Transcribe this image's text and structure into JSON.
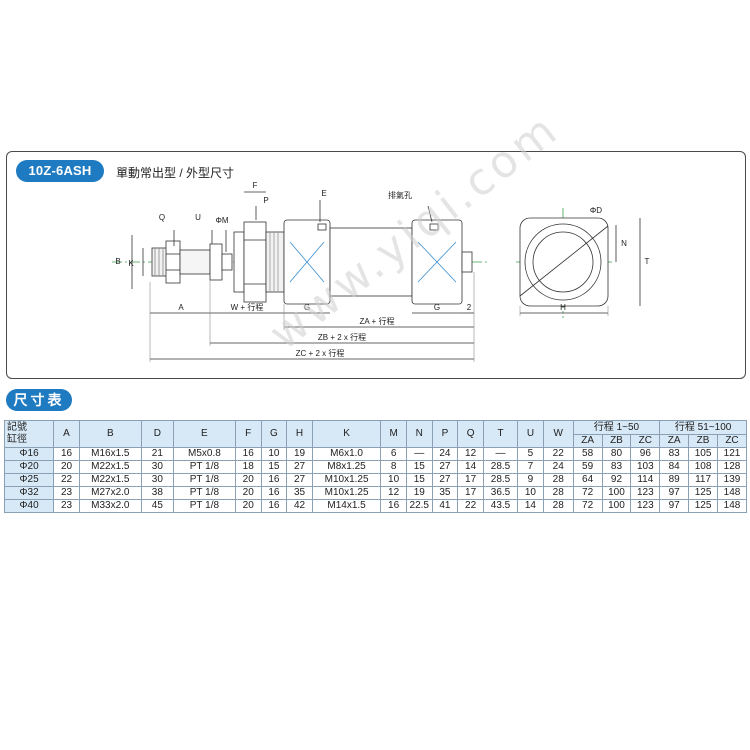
{
  "header": {
    "model": "10Z-6ASH",
    "subtitle": "單動常出型 / 外型尺寸",
    "section": "尺寸表"
  },
  "drawing": {
    "labels": {
      "F": "F",
      "E": "E",
      "P": "P",
      "Q": "Q",
      "U": "U",
      "phiM": "ΦM",
      "exhaust": "排氣孔",
      "phiD": "ΦD",
      "B": "B",
      "K": "K",
      "N": "N",
      "T": "T",
      "A": "A",
      "W": "W + 行程",
      "G1": "G",
      "G2": "G",
      "two": "2",
      "ZA": "ZA + 行程",
      "ZB": "ZB + 2 x 行程",
      "ZC": "ZC + 2 x 行程",
      "H": "H"
    }
  },
  "watermark": "www.yiqi.com",
  "table": {
    "corner_top": "記號",
    "corner_bottom": "缸徑",
    "columns": [
      "A",
      "B",
      "D",
      "E",
      "F",
      "G",
      "H",
      "K",
      "M",
      "N",
      "P",
      "Q",
      "T",
      "U",
      "W"
    ],
    "group1": "行程 1~50",
    "group2": "行程 51~100",
    "subcols": [
      "ZA",
      "ZB",
      "ZC",
      "ZA",
      "ZB",
      "ZC"
    ],
    "rows": [
      {
        "bore": "Φ16",
        "cells": [
          "16",
          "M16x1.5",
          "21",
          "M5x0.8",
          "16",
          "10",
          "19",
          "M6x1.0",
          "6",
          "—",
          "24",
          "12",
          "—",
          "5",
          "22",
          "58",
          "80",
          "96",
          "83",
          "105",
          "121"
        ]
      },
      {
        "bore": "Φ20",
        "cells": [
          "20",
          "M22x1.5",
          "30",
          "PT 1/8",
          "18",
          "15",
          "27",
          "M8x1.25",
          "8",
          "15",
          "27",
          "14",
          "28.5",
          "7",
          "24",
          "59",
          "83",
          "103",
          "84",
          "108",
          "128"
        ]
      },
      {
        "bore": "Φ25",
        "cells": [
          "22",
          "M22x1.5",
          "30",
          "PT 1/8",
          "20",
          "16",
          "27",
          "M10x1.25",
          "10",
          "15",
          "27",
          "17",
          "28.5",
          "9",
          "28",
          "64",
          "92",
          "114",
          "89",
          "117",
          "139"
        ]
      },
      {
        "bore": "Φ32",
        "cells": [
          "23",
          "M27x2.0",
          "38",
          "PT 1/8",
          "20",
          "16",
          "35",
          "M10x1.25",
          "12",
          "19",
          "35",
          "17",
          "36.5",
          "10",
          "28",
          "72",
          "100",
          "123",
          "97",
          "125",
          "148"
        ]
      },
      {
        "bore": "Φ40",
        "cells": [
          "23",
          "M33x2.0",
          "45",
          "PT 1/8",
          "20",
          "16",
          "42",
          "M14x1.5",
          "16",
          "22.5",
          "41",
          "22",
          "43.5",
          "14",
          "28",
          "72",
          "100",
          "123",
          "97",
          "125",
          "148"
        ]
      }
    ]
  }
}
